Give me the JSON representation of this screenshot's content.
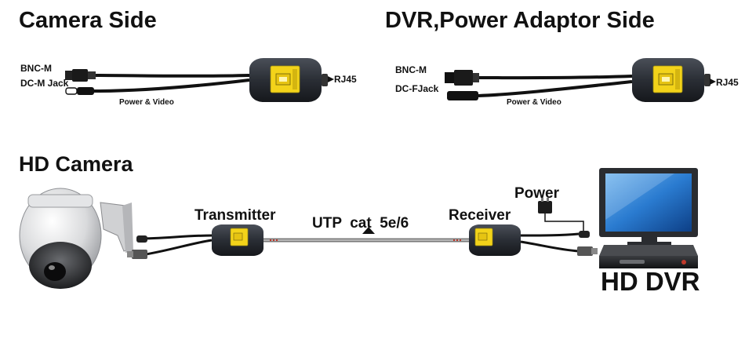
{
  "camera_side": {
    "title": "Camera Side",
    "bnc_label": "BNC-M",
    "dc_label": "DC-M Jack",
    "cable_label": "Power & Video",
    "rj45_label": "RJ45"
  },
  "dvr_side": {
    "title": "DVR,Power Adaptor Side",
    "bnc_label": "BNC-M",
    "dc_label": "DC-FJack",
    "cable_label": "Power & Video",
    "rj45_label": "RJ45"
  },
  "connection": {
    "camera_title": "HD Camera",
    "transmitter_label": "Transmitter",
    "cable_label": "UTP  cat  5e/6",
    "receiver_label": "Receiver",
    "power_label": "Power",
    "dvr_label": "HD DVR"
  },
  "colors": {
    "balun_body": "#2b2f36",
    "balun_sticker": "#f3d31a",
    "cable": "#111111",
    "utp_cable": "#7a7a7a",
    "monitor_screen": "#1f6fc0"
  }
}
